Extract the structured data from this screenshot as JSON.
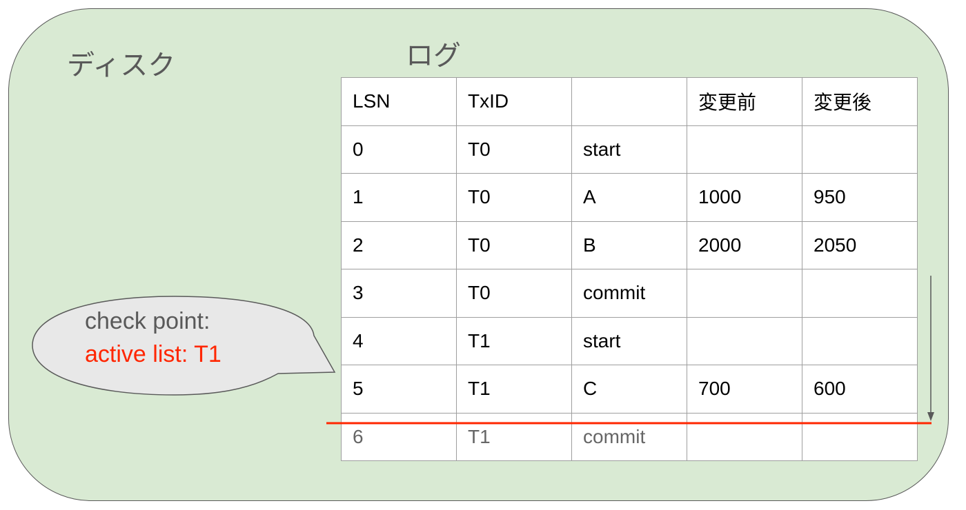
{
  "disk": {
    "label": "ディスク",
    "fill_color": "#d9ead3"
  },
  "log": {
    "label": "ログ",
    "headers": [
      "LSN",
      "TxID",
      "",
      "変更前",
      "変更後"
    ],
    "rows": [
      [
        "0",
        "T0",
        "start",
        "",
        ""
      ],
      [
        "1",
        "T0",
        "A",
        "1000",
        "950"
      ],
      [
        "2",
        "T0",
        "B",
        "2000",
        "2050"
      ],
      [
        "3",
        "T0",
        "commit",
        "",
        ""
      ],
      [
        "4",
        "T1",
        "start",
        "",
        ""
      ],
      [
        "5",
        "T1",
        "C",
        "700",
        "600"
      ],
      [
        "6",
        "T1",
        "commit",
        "",
        ""
      ]
    ]
  },
  "callout": {
    "line1": "check point:",
    "line2": "active list: T1",
    "fill_color": "#e8e8e8",
    "line2_color": "#ff2600"
  },
  "marker": {
    "line_color": "#ff2600",
    "arrow": "down-arrow-icon"
  }
}
